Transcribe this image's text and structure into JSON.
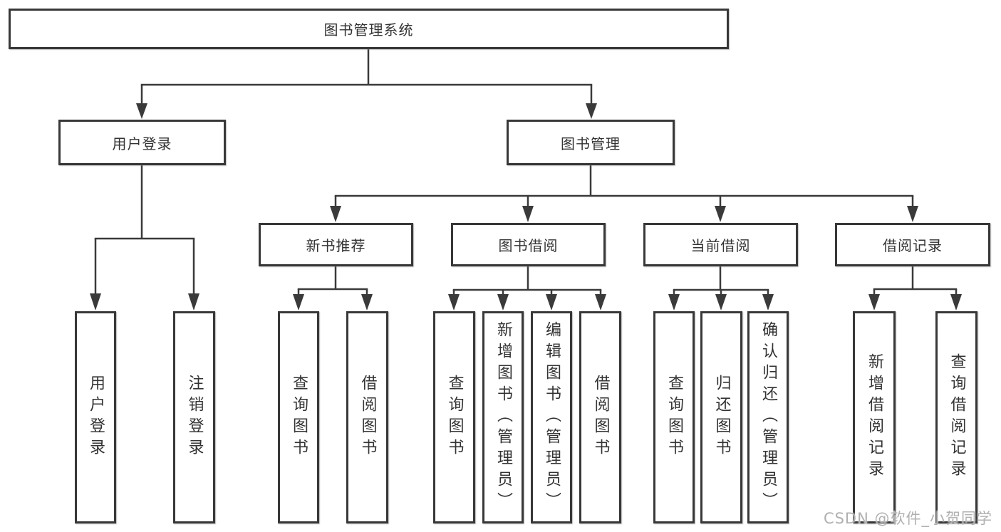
{
  "tree": {
    "root": {
      "label": "图书管理系统"
    },
    "branches": [
      {
        "label": "用户登录",
        "children": [
          {
            "label": "用户登录"
          },
          {
            "label": "注销登录"
          }
        ]
      },
      {
        "label": "图书管理",
        "children": [
          {
            "label": "新书推荐",
            "children": [
              {
                "label": "查询图书"
              },
              {
                "label": "借阅图书"
              }
            ]
          },
          {
            "label": "图书借阅",
            "children": [
              {
                "label": "查询图书"
              },
              {
                "label": "新增图书（管理员）"
              },
              {
                "label": "编辑图书（管理员）"
              },
              {
                "label": "借阅图书"
              }
            ]
          },
          {
            "label": "当前借阅",
            "children": [
              {
                "label": "查询图书"
              },
              {
                "label": "归还图书"
              },
              {
                "label": "确认归还（管理员）"
              }
            ]
          },
          {
            "label": "借阅记录",
            "children": [
              {
                "label": "新增借阅记录"
              },
              {
                "label": "查询借阅记录"
              }
            ]
          }
        ]
      }
    ]
  },
  "watermark": "CSDN @软件_小贺同学",
  "colors": {
    "line": "#3a3a3a",
    "box_border": "#383838",
    "text": "#333333",
    "watermark": "#b0b0b0",
    "background": "#ffffff"
  }
}
